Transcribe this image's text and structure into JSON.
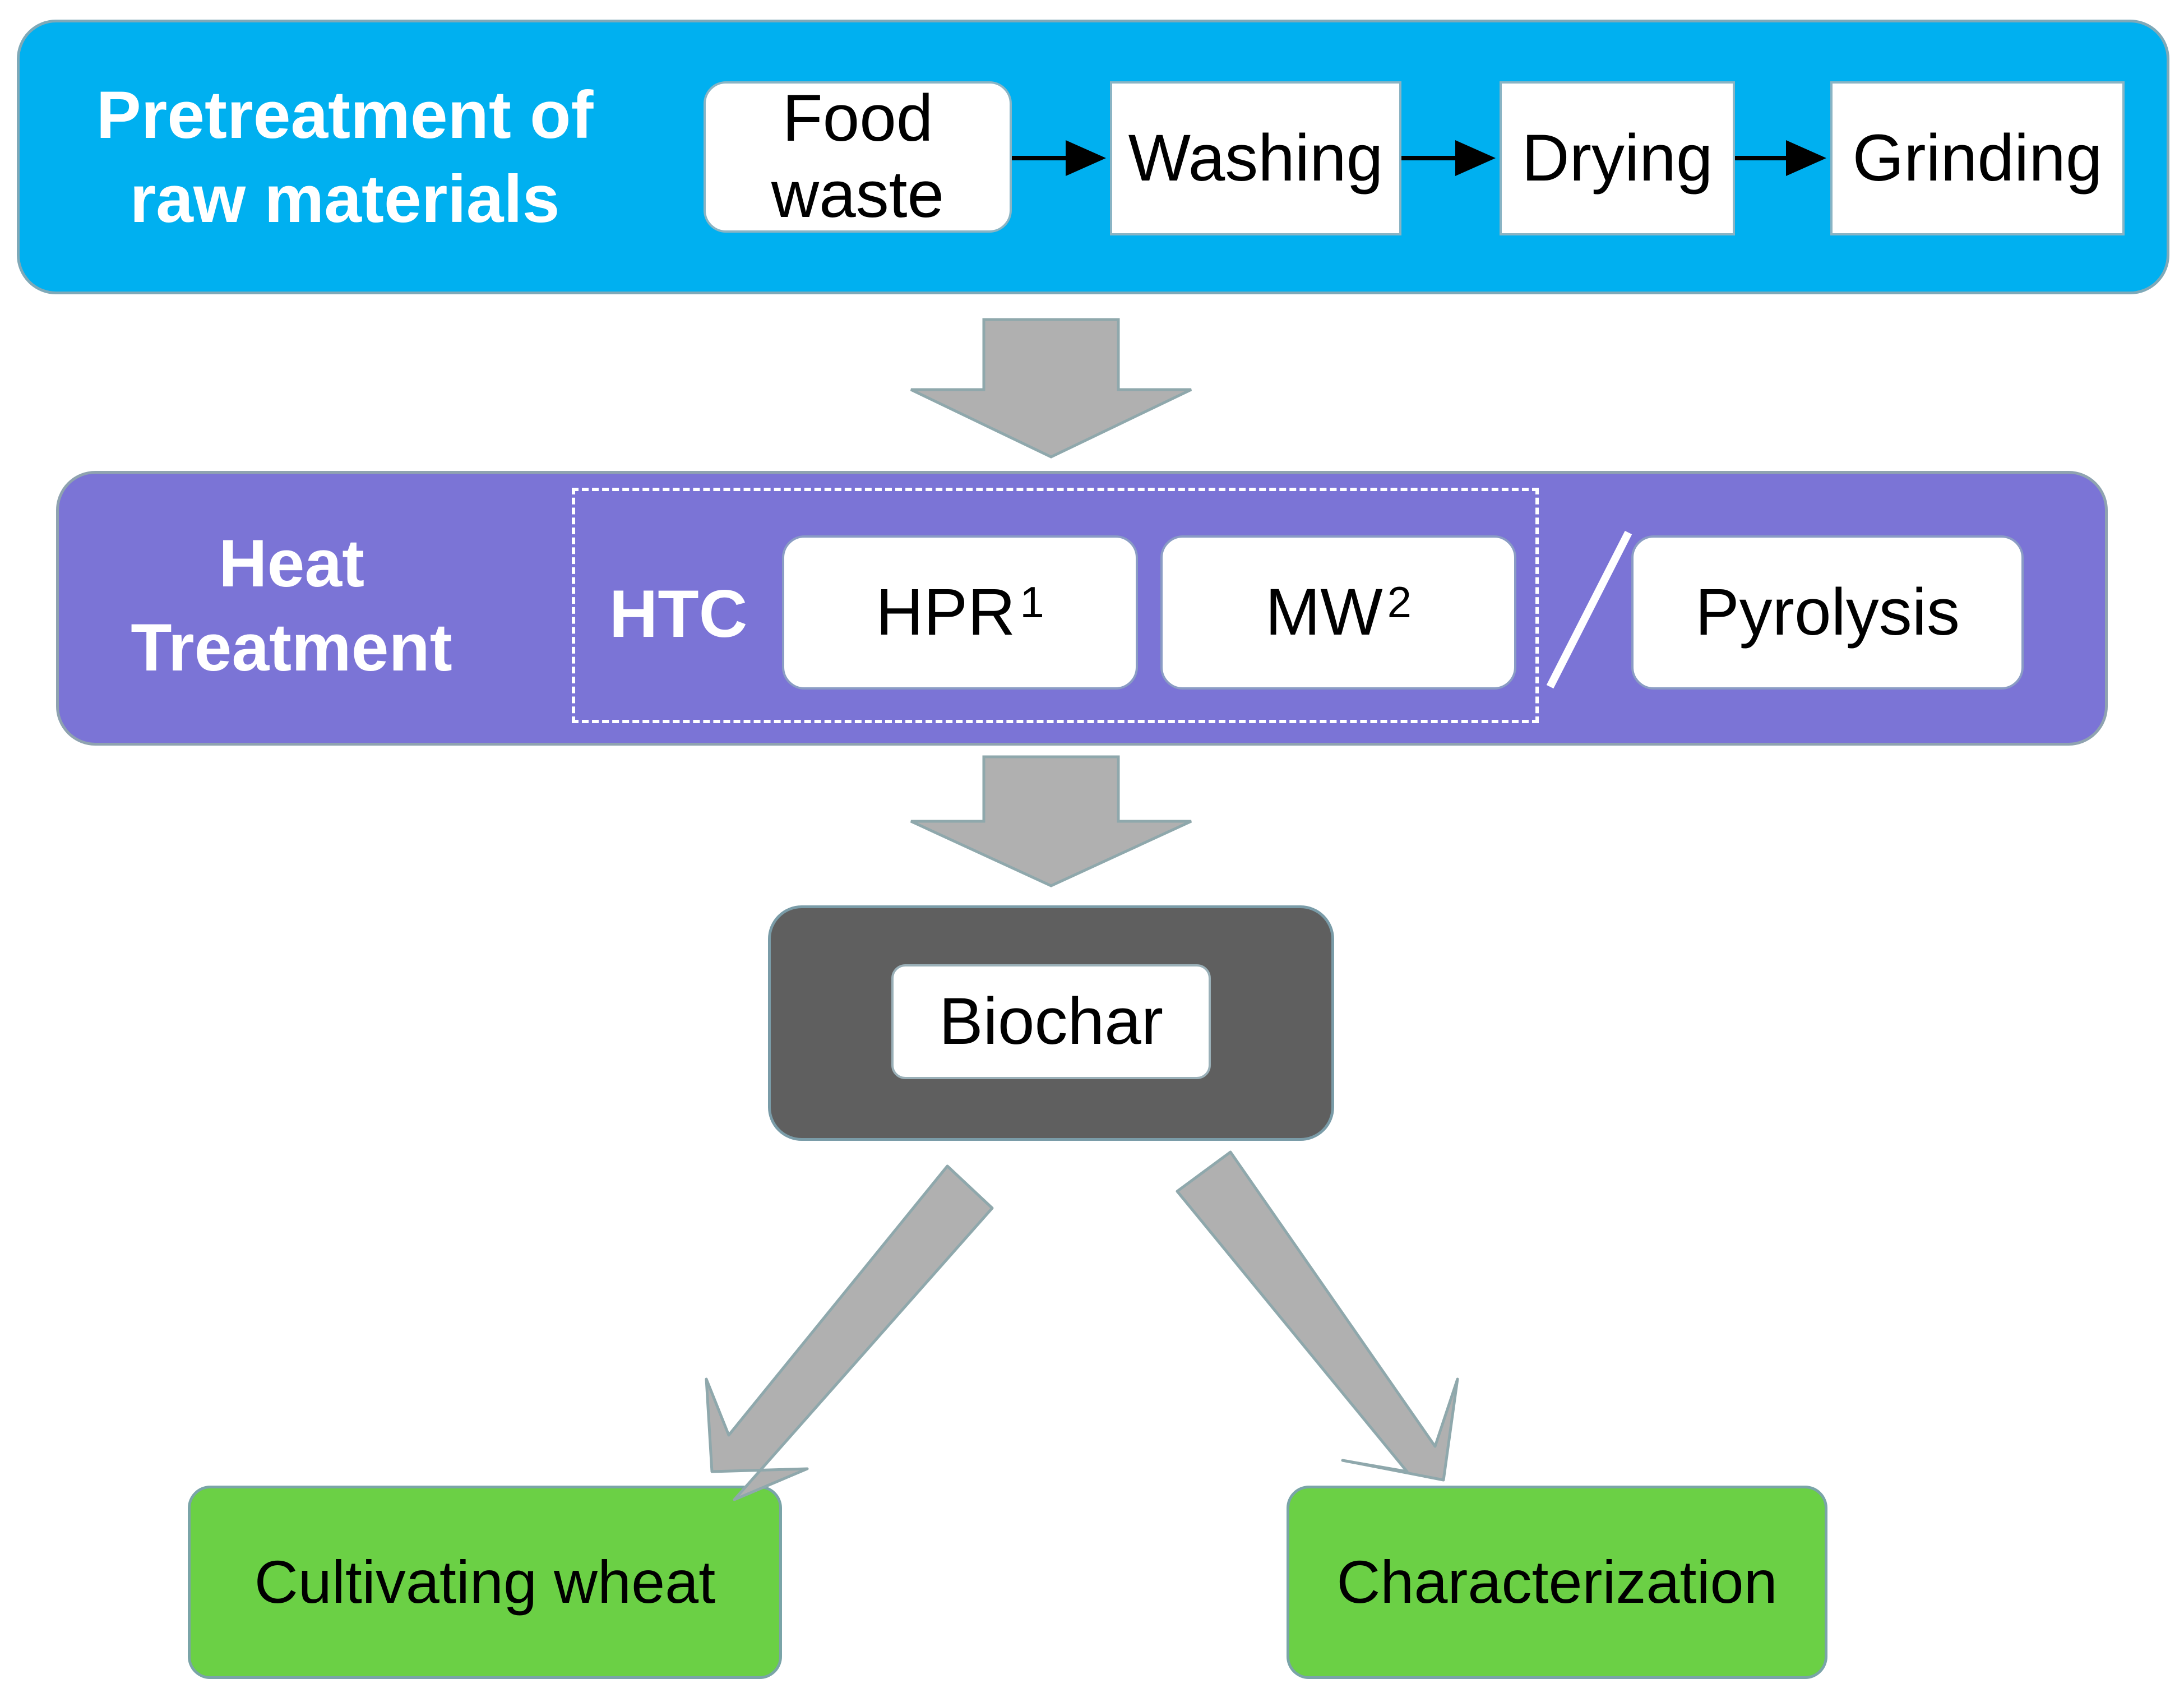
{
  "colors": {
    "pretreatment_panel": "#00B0F0",
    "heat_panel": "#7B74D6",
    "biochar_panel": "#5F5F5F",
    "output_box": "#6BD045",
    "arrow_gray": "#B0B0B0"
  },
  "pretreatment": {
    "title_line1": "Pretreatment of",
    "title_line2": "raw materials",
    "steps": [
      {
        "line1": "Food",
        "line2": "waste"
      },
      {
        "label": "Washing"
      },
      {
        "label": "Drying"
      },
      {
        "label": "Grinding"
      }
    ]
  },
  "heat": {
    "title_line1": "Heat",
    "title_line2": "Treatment",
    "htc_label": "HTC",
    "hpr": {
      "label": "HPR",
      "sup": "1"
    },
    "mw": {
      "label": "MW",
      "sup": "2"
    },
    "separator": "/",
    "pyrolysis": "Pyrolysis"
  },
  "biochar": {
    "label": "Biochar"
  },
  "outputs": {
    "left": "Cultivating wheat",
    "right": "Characterization"
  }
}
